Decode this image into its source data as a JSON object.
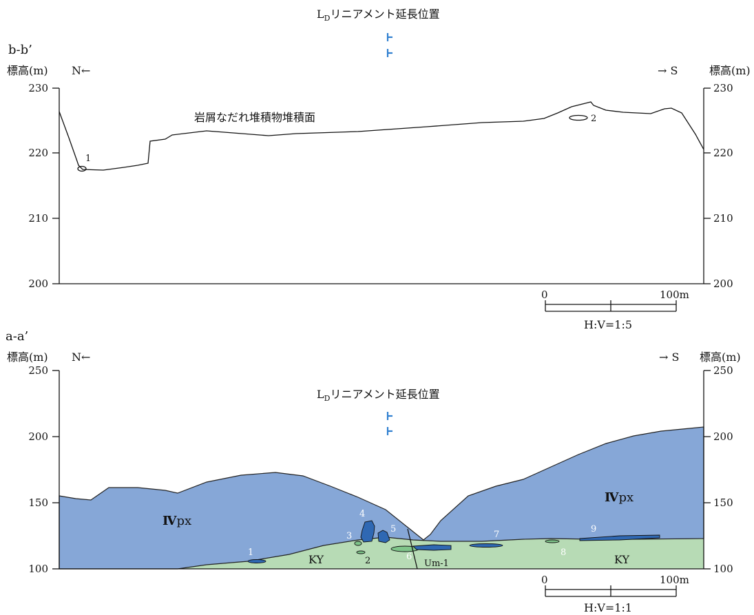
{
  "lineament_label": "L_Dリニアメント延長位置",
  "lineament_label_main": "L",
  "lineament_label_sub": "D",
  "lineament_label_rest": "リニアメント延長位置",
  "colors": {
    "unit_IVpx": "#86a7d7",
    "unit_KY": "#b7dbb5",
    "lens_dark_blue": "#2f68b3",
    "lens_green": "#7fc58a",
    "lineament_marker": "#2f7fd0"
  },
  "section_b": {
    "title": "b-b’",
    "elev_label_left": "標高(m)",
    "elev_label_right": "標高(m)",
    "dir_left": "N←",
    "dir_right": "→ S",
    "y_ticks": [
      "230",
      "220",
      "210",
      "200"
    ],
    "surface_label": "岩屑なだれ堆積物堆積面",
    "annotations": [
      "1",
      "2"
    ],
    "scale_start": "0",
    "scale_end": "100m",
    "scale_ratio": "H:V=1:5"
  },
  "section_a": {
    "title": "a-a’",
    "elev_label_left": "標高(m)",
    "elev_label_right": "標高(m)",
    "dir_left": "N←",
    "dir_right": "→ S",
    "y_ticks": [
      "250",
      "200",
      "150",
      "100"
    ],
    "unit_labels": {
      "ivpx_left_roman": "Ⅳ",
      "ivpx_left_rest": "px",
      "ivpx_right_roman": "Ⅳ",
      "ivpx_right_rest": "px",
      "ky_left": "KY",
      "ky_right": "KY",
      "um": "Um-1"
    },
    "annotations": [
      "1",
      "2",
      "3",
      "4",
      "5",
      "6",
      "7",
      "8",
      "9"
    ],
    "scale_start": "0",
    "scale_end": "100m",
    "scale_ratio": "H:V=1:1"
  }
}
